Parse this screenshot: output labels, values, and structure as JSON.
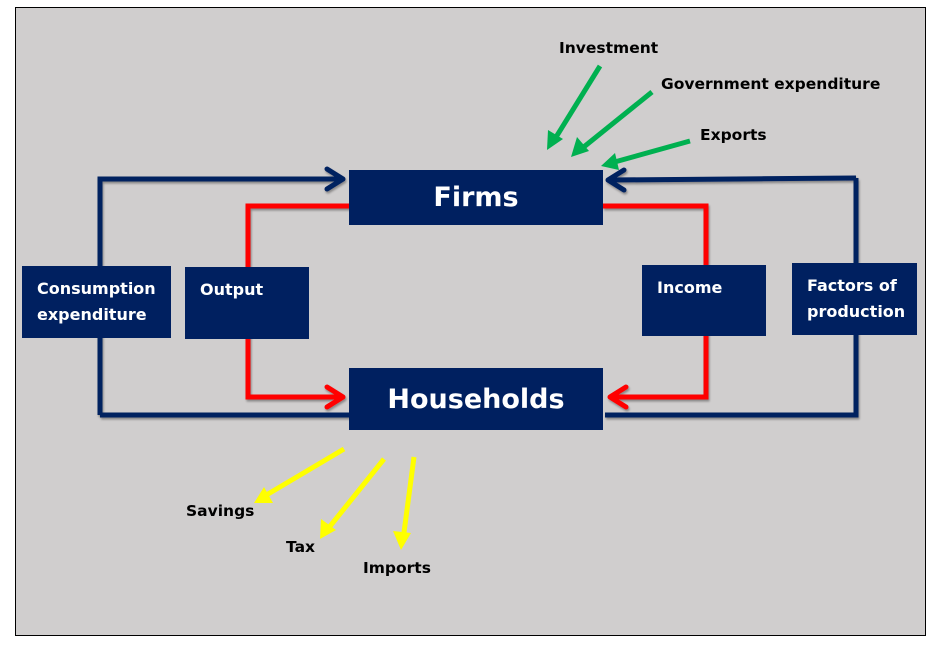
{
  "nodes": {
    "firms": "Firms",
    "households": "Households",
    "consumption": [
      "Consumption",
      "expenditure"
    ],
    "output": "Output",
    "income": "Income",
    "factors": [
      "Factors of",
      "production"
    ]
  },
  "injections": {
    "investment": "Investment",
    "government": "Government expenditure",
    "exports": "Exports"
  },
  "withdrawals": {
    "savings": "Savings",
    "tax": "Tax",
    "imports": "Imports"
  },
  "colors": {
    "background": "#d0cece",
    "box": "#002060",
    "money_flow": "#002060",
    "real_flow": "#ff0000",
    "injection": "#00b050",
    "withdrawal": "#ffff00"
  }
}
